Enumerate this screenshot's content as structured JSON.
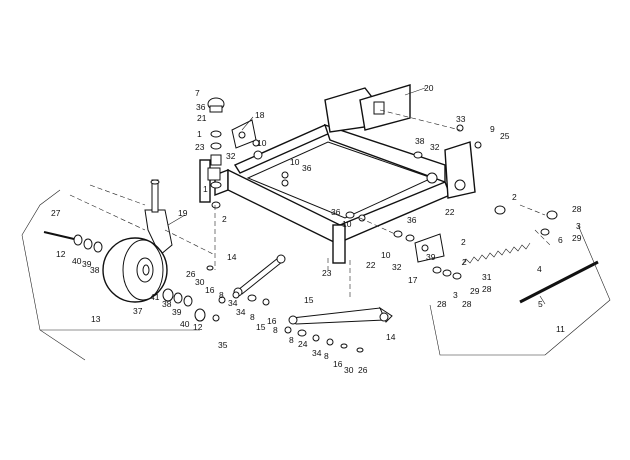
{
  "diagram": {
    "labels": {
      "l1a": "1",
      "l1b": "1",
      "l2a": "2",
      "l2b": "2",
      "l2c": "2",
      "l2d": "2",
      "l3a": "3",
      "l3b": "3",
      "l4": "4",
      "l5": "5",
      "l6": "6",
      "l7": "7",
      "l8a": "8",
      "l8b": "8",
      "l8c": "8",
      "l8d": "8",
      "l9": "9",
      "l10a": "10",
      "l10b": "10",
      "l10c": "10",
      "l11": "11",
      "l12a": "12",
      "l12b": "12",
      "l13": "13",
      "l14a": "14",
      "l14b": "14",
      "l15a": "15",
      "l15b": "15",
      "l16a": "16",
      "l16b": "16",
      "l16c": "16",
      "l17": "17",
      "l18": "18",
      "l19": "19",
      "l20": "20",
      "l21": "21",
      "l22a": "22",
      "l22b": "22",
      "l23a": "23",
      "l23b": "23",
      "l24": "24",
      "l25": "25",
      "l26a": "26",
      "l26b": "26",
      "l27": "27",
      "l28a": "28",
      "l28b": "28",
      "l28c": "28",
      "l28d": "28",
      "l29a": "29",
      "l29b": "29",
      "l30a": "30",
      "l30b": "30",
      "l31": "31",
      "l32a": "32",
      "l32b": "32",
      "l32c": "32",
      "l33": "33",
      "l34a": "34",
      "l34b": "34",
      "l35": "35",
      "l36a": "36",
      "l36b": "36",
      "l36c": "36",
      "l36d": "36",
      "l37": "37",
      "l38a": "38",
      "l38b": "38",
      "l38c": "38",
      "l39a": "39",
      "l39b": "39",
      "l40a": "40",
      "l40b": "40",
      "l41": "41"
    }
  }
}
